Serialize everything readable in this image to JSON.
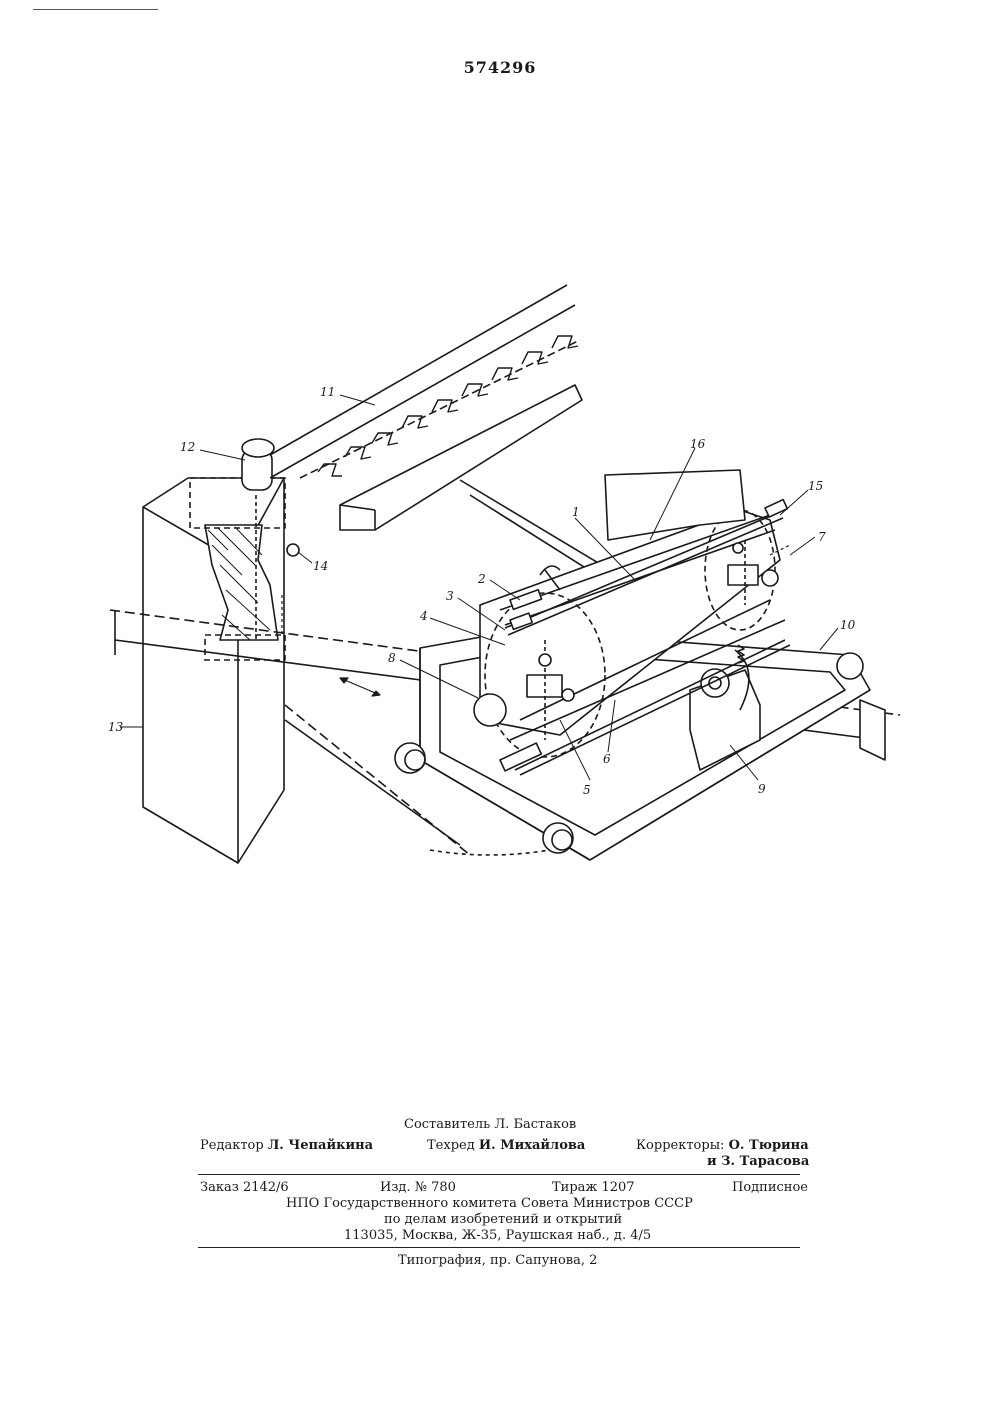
{
  "patent": {
    "number": "574296"
  },
  "drawing": {
    "labels": [
      "1",
      "2",
      "3",
      "4",
      "5",
      "6",
      "7",
      "8",
      "9",
      "10",
      "11",
      "12",
      "13",
      "14",
      "15",
      "16"
    ]
  },
  "credits": {
    "compiler": "Составитель Л. Бастаков",
    "editor_label": "Редактор",
    "editor_name": "Л. Чепайкина",
    "techred_label": "Техред",
    "techred_name": "И. Михайлова",
    "correctors_label": "Корректоры:",
    "corrector_1": "О. Тюрина",
    "corrector_2": "и З. Тарасова"
  },
  "order": {
    "order_no": "Заказ  2142/6",
    "edition": "Изд.  № 780",
    "circulation": "Тираж  1207",
    "subscription": "Подписное",
    "org_line_1": "НПО  Государственного  комитета  Совета  Министров  СССР",
    "org_line_2": "по делам изобретений и открытий",
    "address": "113035, Москва, Ж-35, Раушская наб., д. 4/5",
    "printer": "Типография, пр. Сапунова, 2"
  }
}
